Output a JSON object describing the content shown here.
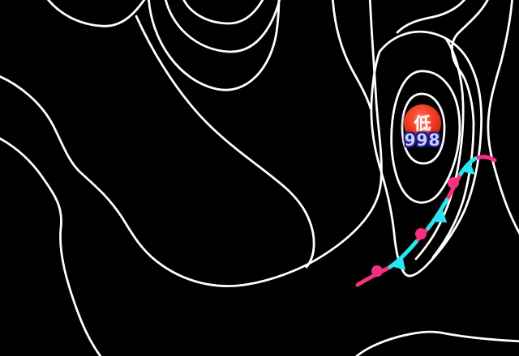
{
  "map": {
    "background_color": "#000000",
    "isobar_color": "#ffffff",
    "isobars": [
      "M 55,-6 C 72,18 98,30 124,32 C 152,35 168,14 182,-6",
      "M 224,-6 C 232,16 256,29 282,29 C 306,29 320,8 327,-6",
      "M 203,-6 C 210,32 242,62 283,64 C 320,65 339,26 346,-6",
      "M 183,-6 C 186,52 222,100 267,110 C 305,118 334,84 341,40 C 343,25 344,10 344,-6",
      "M -6,92 C 24,104 52,128 66,156 C 78,180 84,198 98,212 C 120,232 134,244 150,268 C 162,287 172,306 192,322 C 228,351 270,357 302,352 C 334,347 370,334 398,316 C 420,302 440,286 454,266 C 464,252 469,238 470,222 C 472,190 466,158 464,126 C 462,90 458,40 456,-6",
      "M -6,168 C 18,180 38,198 53,220 C 68,242 78,256 75,282 C 72,312 82,348 96,386 C 106,413 116,430 128,446",
      "M 168,20 C 186,60 212,104 244,140 C 280,180 320,204 352,232 C 372,250 382,268 386,288 C 389,306 386,320 378,330",
      "M 468,64 C 482,46 505,36 528,40 C 552,44 572,60 582,84 C 592,106 595,135 593,165 C 591,200 584,235 572,262 C 560,288 542,312 524,330 C 512,341 504,344 499,338 C 492,329 488,310 486,288 C 483,260 477,235 470,212 C 462,186 457,158 458,128 C 459,105 462,82 468,64 Z",
      "M 518,88 C 542,86 562,108 566,142 C 570,176 560,214 542,238 C 528,256 508,254 496,234 C 485,214 480,182 484,148 C 488,115 500,90 518,88 Z",
      "M 520,116 C 536,116 548,134 548,158 C 548,184 538,202 522,202 C 506,202 496,184 496,158 C 496,134 505,116 520,116 Z",
      "M 410,-6 C 412,30 420,60 434,86 C 444,104 452,118 457,134",
      "M 577,-6 C 568,8 552,17 534,21 C 518,24 502,28 490,40",
      "M 604,-6 C 596,14 578,28 564,42 C 554,54 556,72 566,86 C 576,98 583,124 584,152 C 584,185 580,215 572,245 C 562,278 548,300 534,318",
      "M 632,-6 C 630,22 625,48 618,76 C 610,104 603,126 602,152 C 601,178 607,198 614,222 C 623,252 632,274 646,298",
      "M 550,48 C 562,66 570,95 571,128 C 572,160 568,195 561,225 C 555,250 546,272 534,292 C 527,303 520,312 513,320",
      "M 434,446 C 446,432 470,422 492,416 C 512,411 530,408 548,412 C 570,416 600,420 646,422"
    ]
  },
  "front": {
    "type": "stationary-front",
    "warm_color": "#f5317f",
    "cold_color": "#29e4f2",
    "warm_paths": [
      "M 441,352 C 452,345 468,337 481,330",
      "M 513,299 C 518,293 523,288 528,282",
      "M 551,247 C 557,237 563,225 568,215",
      "M 586,196 C 593,193 601,193 610,198"
    ],
    "cold_paths": [
      "M 481,330 C 492,322 503,311 513,299",
      "M 528,282 C 536,272 544,259 551,247",
      "M 568,215 C 573,207 579,200 586,196"
    ],
    "warm_symbols": [
      "M 458,335 a 7,7 0 1,0 14,0 a 7,7 0 1,0 -14,0",
      "M 512,289 a 7,7 0 1,0 14,0 a 7,7 0 1,0 -14,0",
      "M 552,226 a 7,7 0 1,0 14,0 a 7,7 0 1,0 -14,0"
    ],
    "cold_symbols": [
      "M 482,329 L 496,315 L 500,334 Z",
      "M 533,274 L 545,257 L 551,275 Z",
      "M 570,212 L 580,202 L 586,216 Z"
    ]
  },
  "low": {
    "symbol": "低",
    "pressure": "998",
    "marker_color": "#ef3a22",
    "pressure_text_color": "#cdcdff",
    "pressure_halo_color": "#1b1b80"
  }
}
